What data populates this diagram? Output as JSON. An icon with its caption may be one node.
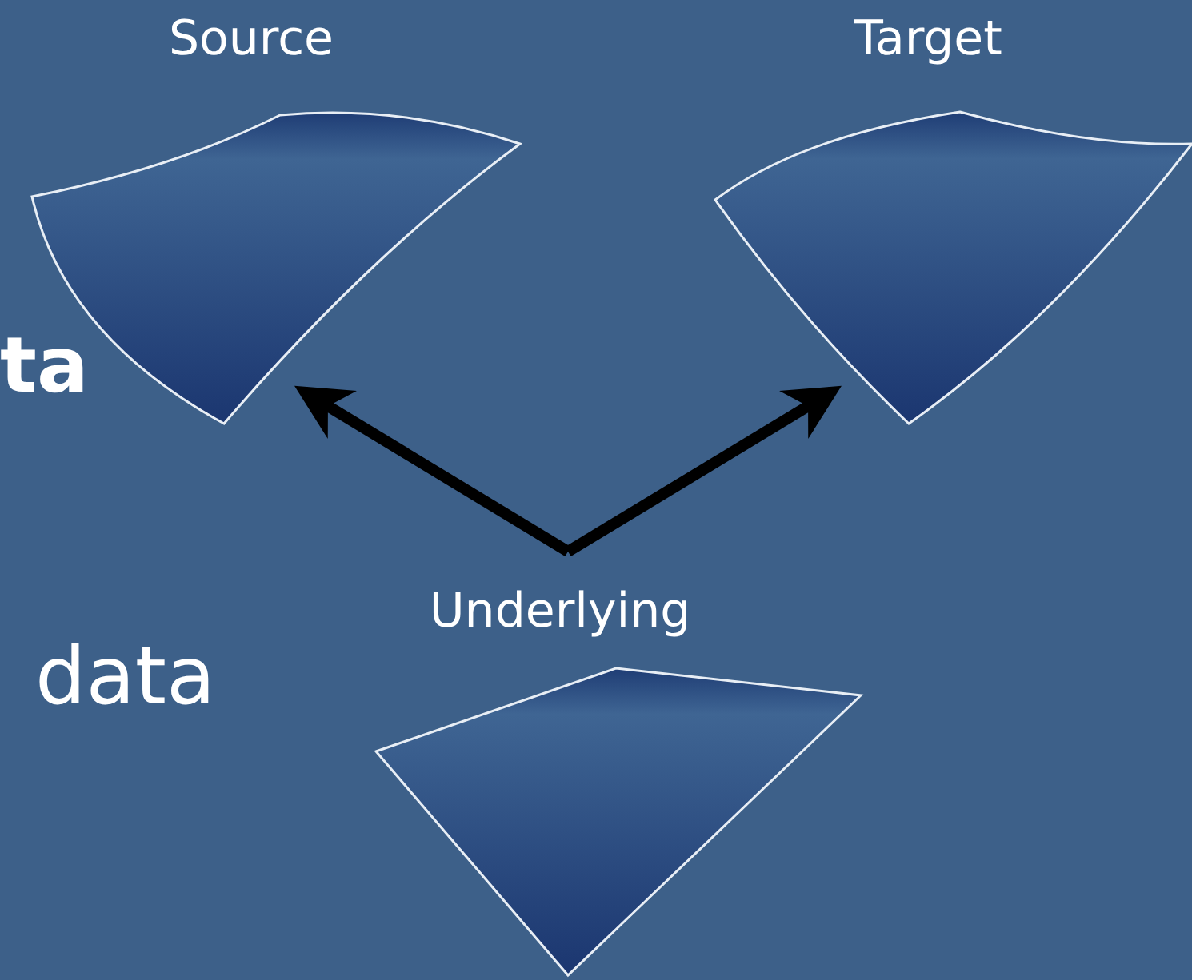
{
  "diagram": {
    "nodes": [
      {
        "text": [
          "Source"
        ]
      },
      {
        "text": [
          "Target"
        ]
      },
      {
        "text": [
          "Underlying"
        ]
      }
    ],
    "edges": [
      {
        "from": 2,
        "to": 0,
        "arrow": "to"
      },
      {
        "from": 2,
        "to": 1,
        "arrow": "to"
      }
    ],
    "labels": [
      "ta",
      "data"
    ]
  }
}
